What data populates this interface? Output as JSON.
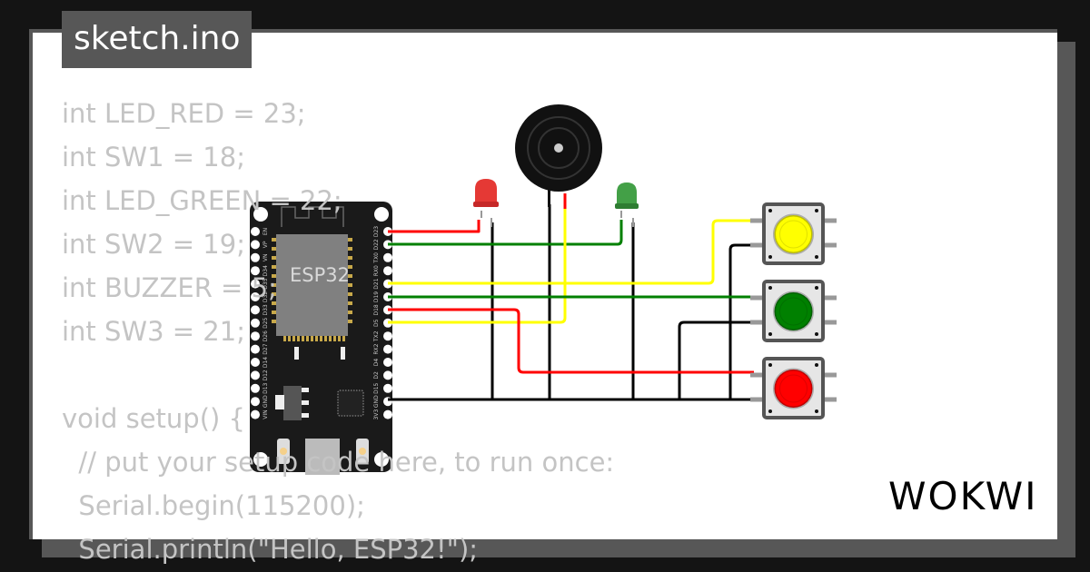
{
  "header": {
    "file_name": "sketch.ino"
  },
  "code": {
    "lines": [
      "int LED_RED = 23;",
      "int SW1 = 18;",
      "int LED_GREEN = 22;",
      "int SW2 = 19;",
      "int BUZZER = 5;",
      "int SW3 = 21;",
      "",
      "void setup() {",
      "  // put your setup code here, to run once:",
      "  Serial.begin(115200);",
      "  Serial.println(\"Hello, ESP32!\");"
    ]
  },
  "board": {
    "label": "ESP32",
    "left_pins": [
      "EN",
      "VP",
      "VN",
      "D34",
      "D35",
      "D32",
      "D33",
      "D25",
      "D26",
      "D27",
      "D14",
      "D12",
      "D13",
      "GND",
      "VIN"
    ],
    "right_pins": [
      "D23",
      "D22",
      "TX0",
      "RX0",
      "D21",
      "D19",
      "D18",
      "D5",
      "TX2",
      "RX2",
      "D4",
      "D2",
      "D15",
      "GND",
      "3V3"
    ]
  },
  "components": {
    "led_red_color": "#e53935",
    "led_green_color": "#43a047",
    "button_colors": [
      "#ffff00",
      "#008000",
      "#ff0000"
    ]
  },
  "wire_colors": {
    "red": "#ff0000",
    "green": "#008000",
    "yellow": "#ffff00",
    "black": "#000000"
  },
  "brand": {
    "logo": "WOKWI"
  }
}
